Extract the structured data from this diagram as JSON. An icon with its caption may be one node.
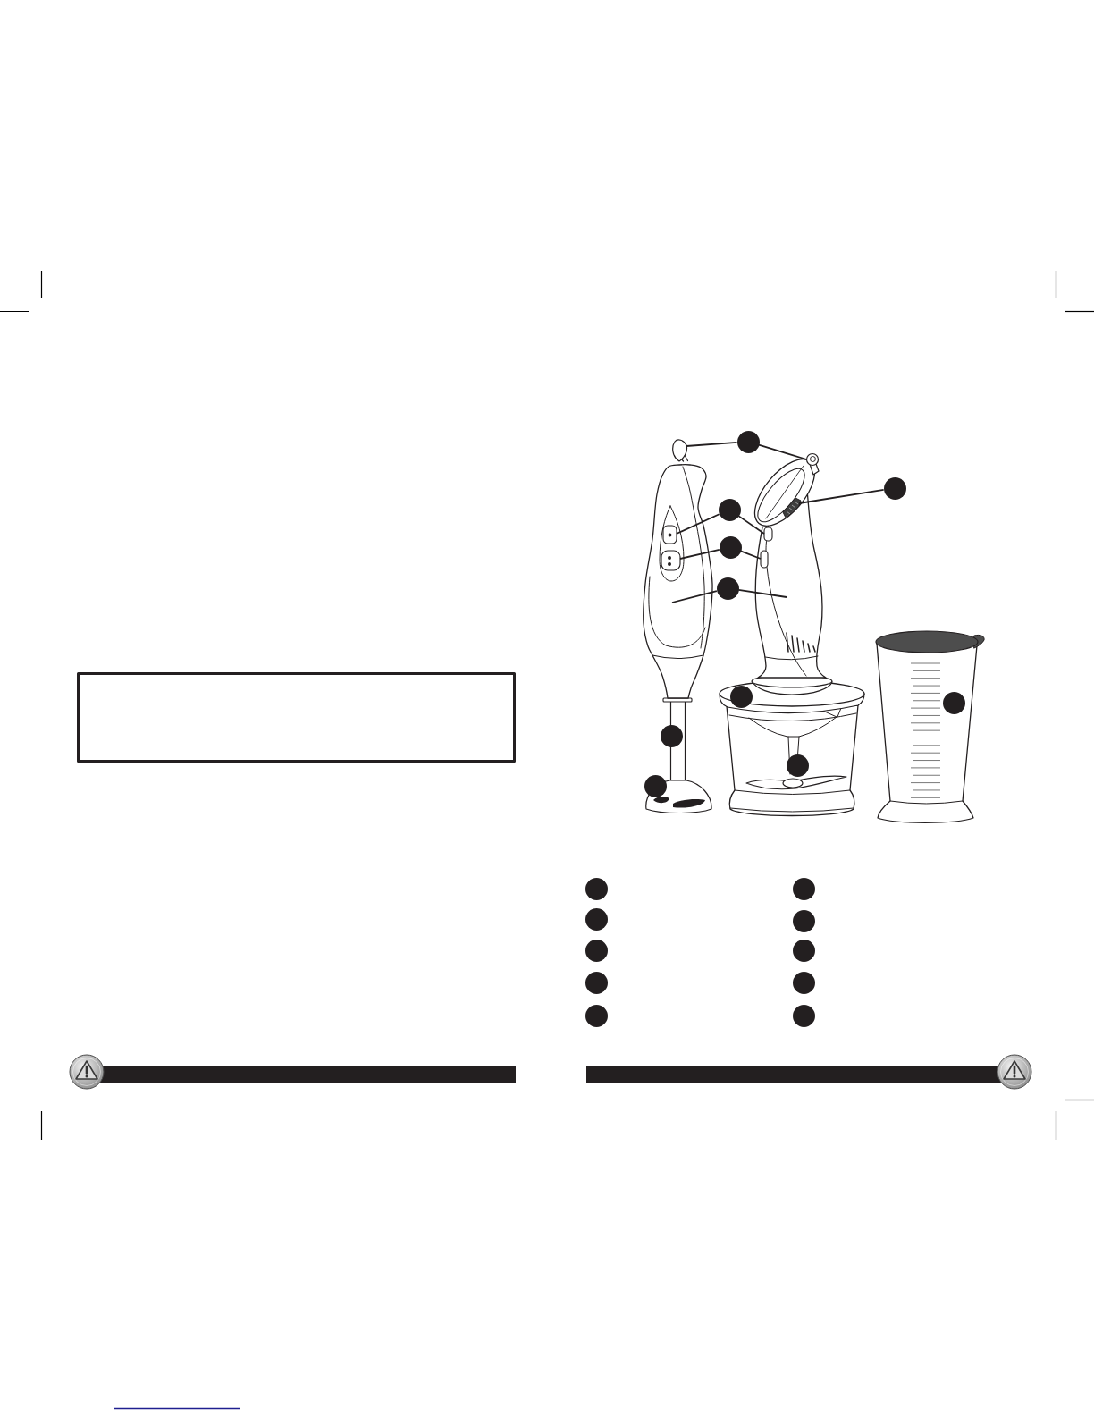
{
  "diagram": {
    "nodes": [
      {
        "text": [],
        "shape": "circle"
      },
      {
        "text": [],
        "shape": "picture"
      },
      {
        "text": [],
        "shape": "picture"
      },
      {
        "text": [],
        "shape": "circle"
      },
      {
        "text": [],
        "shape": "circle"
      },
      {
        "text": [],
        "shape": "circle"
      },
      {
        "text": [],
        "shape": "circle"
      },
      {
        "text": [],
        "shape": "picture"
      },
      {
        "text": [],
        "shape": "picture",
        "in": 7
      },
      {
        "text": [],
        "shape": "picture",
        "in": 7
      },
      {
        "text": [],
        "shape": "picture"
      },
      {
        "text": [],
        "shape": "picture",
        "in": 10
      },
      {
        "text": [],
        "shape": "box",
        "in": 10
      },
      {
        "text": [],
        "shape": "box",
        "in": 10
      },
      {
        "text": [],
        "shape": "circle"
      },
      {
        "text": [],
        "shape": "circle"
      },
      {
        "text": [],
        "shape": "circle"
      },
      {
        "text": [],
        "shape": "circle"
      },
      {
        "text": [],
        "shape": "circle"
      },
      {
        "text": [],
        "shape": "circle"
      },
      {
        "text": [],
        "shape": "circle"
      },
      {
        "text": [],
        "shape": "circle"
      },
      {
        "text": [],
        "shape": "circle"
      },
      {
        "text": [],
        "shape": "circle"
      },
      {
        "text": [],
        "shape": "circle"
      },
      {
        "text": [],
        "shape": "circle"
      },
      {
        "text": [],
        "shape": "circle"
      },
      {
        "text": [],
        "shape": "circle"
      },
      {
        "text": [],
        "shape": "circle"
      }
    ],
    "edges": [
      {
        "from": 0,
        "to": 1,
        "arrow": "none"
      },
      {
        "from": 0,
        "to": 2,
        "arrow": "none"
      },
      {
        "from": 3,
        "to": 11,
        "arrow": "none"
      },
      {
        "from": 4,
        "to": 8,
        "arrow": "none"
      },
      {
        "from": 4,
        "to": 12,
        "arrow": "none"
      },
      {
        "from": 5,
        "to": 9,
        "arrow": "none"
      },
      {
        "from": 5,
        "to": 13,
        "arrow": "none"
      },
      {
        "from": 6,
        "to": 7,
        "arrow": "none"
      },
      {
        "from": 6,
        "to": 10,
        "arrow": "none"
      }
    ]
  }
}
